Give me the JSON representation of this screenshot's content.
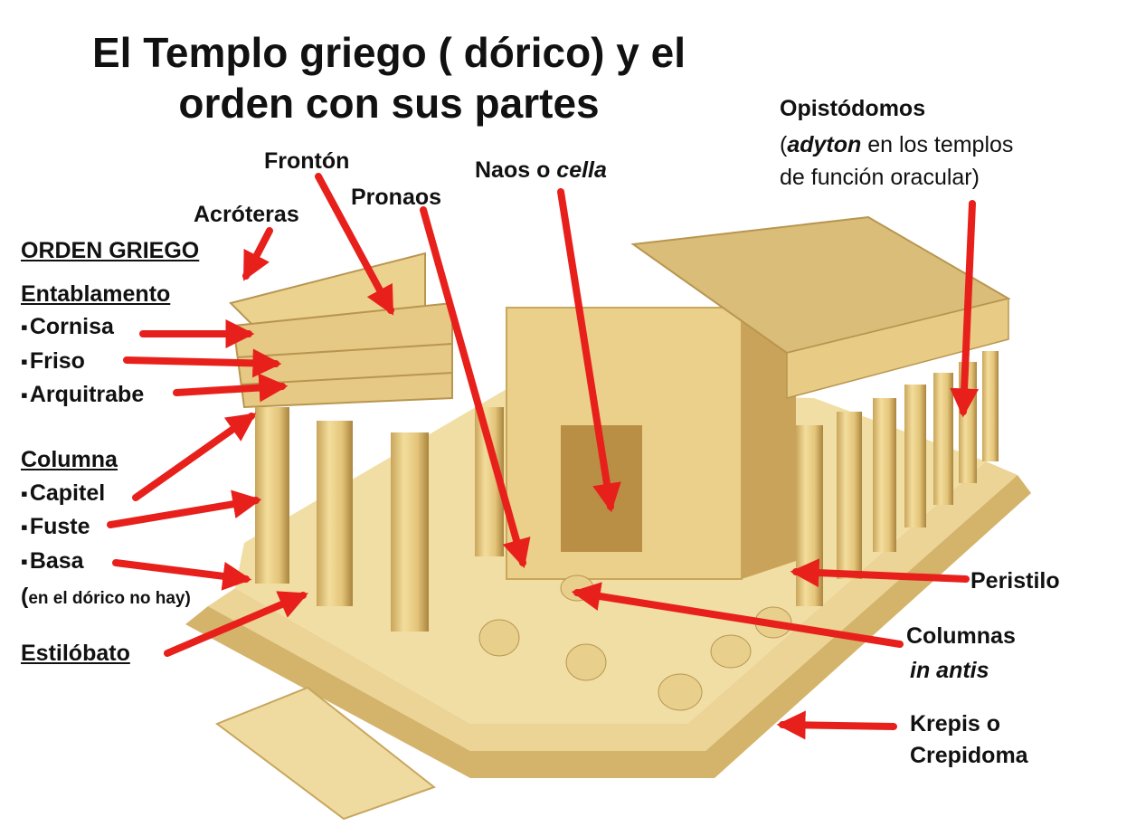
{
  "title": {
    "line1": "El Templo griego ( dórico) y el",
    "line2": "orden con sus partes"
  },
  "labels": {
    "fronton": "Frontón",
    "acroteras": "Acróteras",
    "pronaos": "Pronaos",
    "naos_prefix": "Naos o ",
    "naos_italic": "cella",
    "opistodomos": "Opistódomos",
    "adyton_paren_open": "(",
    "adyton_italic": "adyton",
    "adyton_rest": " en los templos",
    "adyton_line2": "de función oracular)",
    "peristilo": "Peristilo",
    "columnas_line1": "Columnas",
    "columnas_line2": "in antis",
    "krepis_line1": "Krepis o",
    "krepis_line2": "Crepidoma",
    "estilobato": "Estilóbato"
  },
  "orden": {
    "heading": "ORDEN GRIEGO",
    "entablamento": "Entablamento",
    "cornisa": "Cornisa",
    "friso": "Friso",
    "arquitrabe": "Arquitrabe",
    "columna": "Columna",
    "capitel": "Capitel",
    "fuste": "Fuste",
    "basa": "Basa",
    "basa_note_open": "(",
    "basa_note": "en el dórico no hay)"
  },
  "colors": {
    "arrow": "#e8201c",
    "stone_light": "#f2dfa2",
    "stone_mid": "#e0c57a",
    "stone_dark": "#b8924a",
    "roof": "#d9bd78"
  }
}
